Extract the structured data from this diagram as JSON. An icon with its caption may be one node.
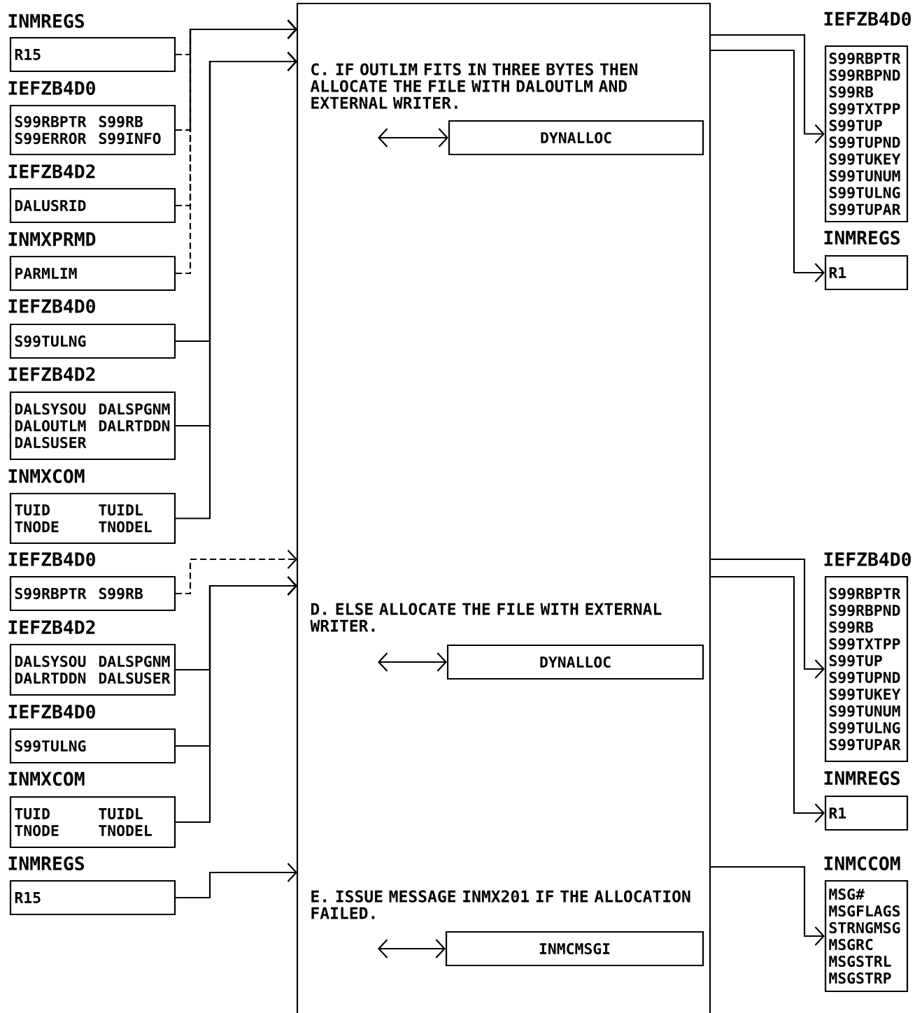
{
  "diagram": {
    "nodes": [
      {
        "text": [
          "INMREGS",
          "R15"
        ]
      },
      {
        "text": [
          "IEFZB4D0",
          "S99RBPTR",
          "S99RB",
          "S99ERROR",
          "S99INFO"
        ]
      },
      {
        "text": [
          "IEFZB4D2",
          "DALUSRID"
        ]
      },
      {
        "text": [
          "INMXPRMD",
          "PARMLIM"
        ]
      },
      {
        "text": [
          "IEFZB4D0",
          "S99TULNG"
        ]
      },
      {
        "text": [
          "IEFZB4D2",
          "DALSYSOU",
          "DALSPGNM",
          "DALOUTLM",
          "DALRTDDN",
          "DALSUSER"
        ]
      },
      {
        "text": [
          "INMXCOM",
          "TUID",
          "TUIDL",
          "TNODE",
          "TNODEL"
        ]
      },
      {
        "text": [
          "IEFZB4D0",
          "S99RBPTR",
          "S99RB"
        ]
      },
      {
        "text": [
          "IEFZB4D2",
          "DALSYSOU",
          "DALSPGNM",
          "DALRTDDN",
          "DALSUSER"
        ]
      },
      {
        "text": [
          "IEFZB4D0",
          "S99TULNG"
        ]
      },
      {
        "text": [
          "INMXCOM",
          "TUID",
          "TUIDL",
          "TNODE",
          "TNODEL"
        ]
      },
      {
        "text": [
          "INMREGS",
          "R15"
        ]
      },
      {
        "text": [
          "C. IF OUTLIM FITS IN THREE BYTES THEN ALLOCATE THE FILE WITH DALOUTLM AND EXTERNAL WRITER.",
          "D. ELSE ALLOCATE THE FILE WITH EXTERNAL WRITER.",
          "E. ISSUE MESSAGE INMX201 IF THE ALLOCATION FAILED."
        ]
      },
      {
        "text": [
          "DYNALLOC"
        ],
        "in": 12
      },
      {
        "text": [
          "DYNALLOC"
        ],
        "in": 12
      },
      {
        "text": [
          "INMCMSGI"
        ],
        "in": 12
      },
      {
        "text": [
          "IEFZB4D0",
          "S99RBPTR",
          "S99RBPND",
          "S99RB",
          "S99TXTPP",
          "S99TUP",
          "S99TUPND",
          "S99TUKEY",
          "S99TUNUM",
          "S99TULNG",
          "S99TUPAR"
        ]
      },
      {
        "text": [
          "INMREGS",
          "R1"
        ]
      },
      {
        "text": [
          "IEFZB4D0",
          "S99RBPTR",
          "S99RBPND",
          "S99RB",
          "S99TXTPP",
          "S99TUP",
          "S99TUPND",
          "S99TUKEY",
          "S99TUNUM",
          "S99TULNG",
          "S99TUPAR"
        ]
      },
      {
        "text": [
          "INMREGS",
          "R1"
        ]
      },
      {
        "text": [
          "INMCCOM",
          "MSG#",
          "MSGFLAGS",
          "STRNGMSG",
          "MSGRC",
          "MSGSTRL",
          "MSGSTRP"
        ]
      }
    ],
    "edges": [
      {
        "from": 0,
        "to": 12,
        "arrow": "to",
        "style": "dashed"
      },
      {
        "from": 1,
        "to": 12,
        "arrow": "to",
        "style": "dashed"
      },
      {
        "from": 2,
        "to": 12,
        "arrow": "to",
        "style": "dashed"
      },
      {
        "from": 3,
        "to": 12,
        "arrow": "to",
        "style": "dashed"
      },
      {
        "from": 4,
        "to": 12,
        "arrow": "to"
      },
      {
        "from": 5,
        "to": 12,
        "arrow": "to"
      },
      {
        "from": 6,
        "to": 12,
        "arrow": "to"
      },
      {
        "from": 7,
        "to": 12,
        "arrow": "to",
        "style": "dashed"
      },
      {
        "from": 8,
        "to": 12,
        "arrow": "to"
      },
      {
        "from": 9,
        "to": 12,
        "arrow": "to"
      },
      {
        "from": 10,
        "to": 12,
        "arrow": "to"
      },
      {
        "from": 11,
        "to": 12,
        "arrow": "to"
      },
      {
        "from": 12,
        "to": 16,
        "arrow": "to"
      },
      {
        "from": 12,
        "to": 17,
        "arrow": "to"
      },
      {
        "from": 12,
        "to": 18,
        "arrow": "to"
      },
      {
        "from": 12,
        "to": 19,
        "arrow": "to"
      },
      {
        "from": 12,
        "to": 20,
        "arrow": "to"
      },
      {
        "from": null,
        "to": 13,
        "arrow": "both"
      },
      {
        "from": null,
        "to": 14,
        "arrow": "both"
      },
      {
        "from": null,
        "to": 15,
        "arrow": "both"
      }
    ]
  }
}
